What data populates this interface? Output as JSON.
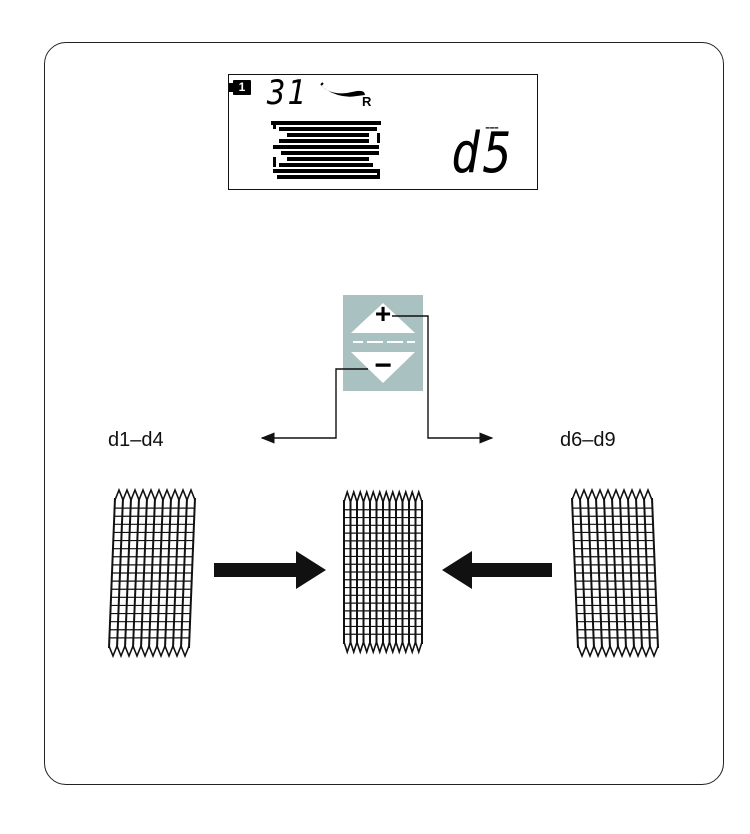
{
  "display": {
    "memory_badge": "1",
    "pattern_number": "31",
    "foot_indicator": "R",
    "stitch_value": "d5",
    "value_dash": "---"
  },
  "stepper": {
    "plus_symbol": "+",
    "separator": "---",
    "minus_symbol": "−"
  },
  "labels": {
    "left_range": "d1–d4",
    "right_range": "d6–d9"
  },
  "colors": {
    "stepper_bg": "#a9c1c1",
    "ink": "#111111"
  },
  "icons": [
    "presser-foot-icon",
    "stitch-pattern-bars-icon",
    "plus-icon",
    "minus-icon",
    "arrow-right-icon",
    "arrow-left-icon"
  ]
}
